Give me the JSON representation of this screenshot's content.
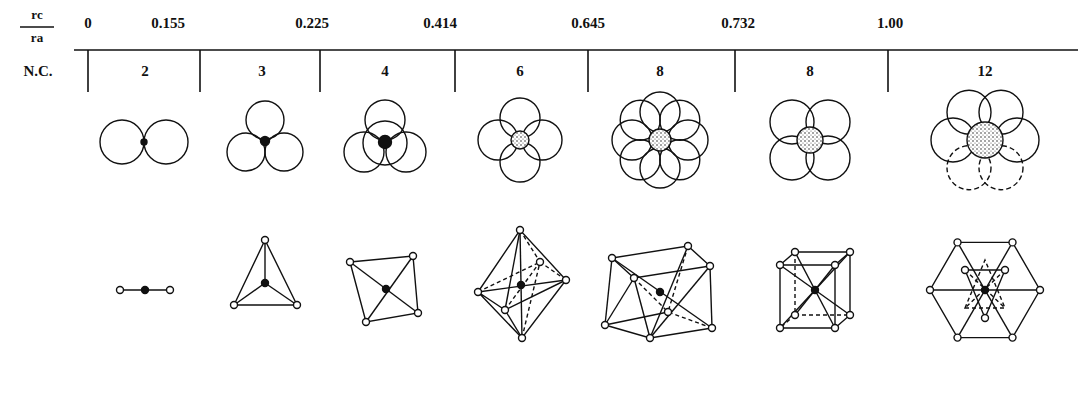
{
  "diagram": {
    "labels": [
      "rc",
      "ra",
      "0",
      "0.155",
      "0.225",
      "0.414",
      "0.645",
      "0.732",
      "1.00",
      "N.C.",
      "2",
      "3",
      "4",
      "6",
      "8",
      "8",
      "12"
    ]
  }
}
